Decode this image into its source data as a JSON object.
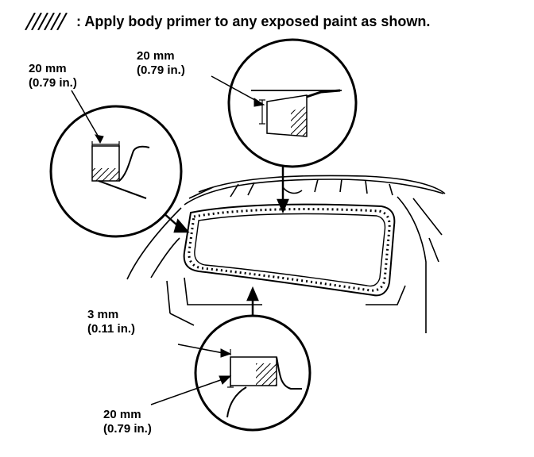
{
  "legend": {
    "text": ": Apply body primer to any exposed paint as shown."
  },
  "callouts": {
    "left": {
      "mm": "20 mm",
      "in": "(0.79 in.)"
    },
    "top": {
      "mm": "20 mm",
      "in": "(0.79 in.)"
    },
    "bottom_upper": {
      "mm": "3 mm",
      "in": "(0.11 in.)"
    },
    "bottom_lower": {
      "mm": "20 mm",
      "in": "(0.79 in.)"
    }
  },
  "colors": {
    "ink": "#000000",
    "paper": "#ffffff"
  }
}
